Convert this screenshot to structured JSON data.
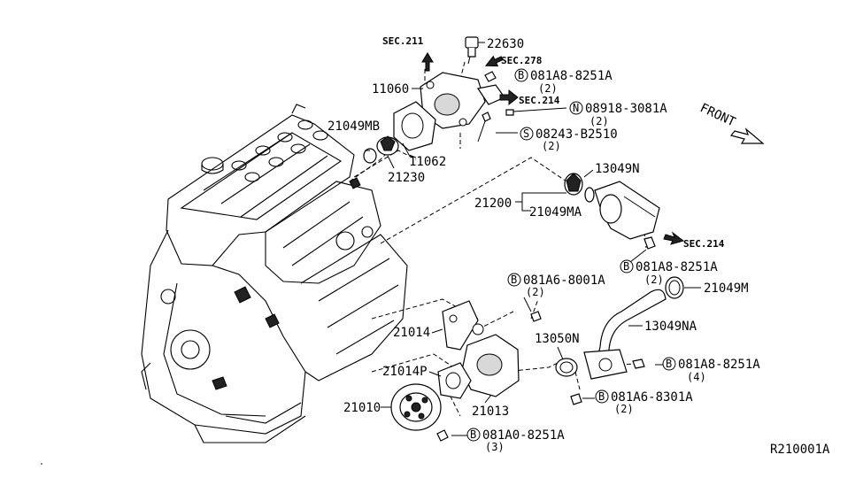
{
  "diagram": {
    "reference_code": "R210001A",
    "front_label": "FRONT",
    "parts": [
      {
        "id": "p22630",
        "number": "22630"
      },
      {
        "id": "p11060",
        "number": "11060"
      },
      {
        "id": "p11062",
        "number": "11062"
      },
      {
        "id": "p21049MB",
        "number": "21049MB"
      },
      {
        "id": "p21230",
        "number": "21230"
      },
      {
        "id": "p13049N",
        "number": "13049N"
      },
      {
        "id": "p21200",
        "number": "21200"
      },
      {
        "id": "p21049MA",
        "number": "21049MA"
      },
      {
        "id": "p21049M",
        "number": "21049M"
      },
      {
        "id": "p13049NA",
        "number": "13049NA"
      },
      {
        "id": "p21014",
        "number": "21014"
      },
      {
        "id": "p13050N",
        "number": "13050N"
      },
      {
        "id": "p21014P",
        "number": "21014P"
      },
      {
        "id": "p21010",
        "number": "21010"
      },
      {
        "id": "p21013",
        "number": "21013"
      }
    ],
    "section_refs": [
      {
        "id": "sec211",
        "text": "SEC.211"
      },
      {
        "id": "sec278",
        "text": "SEC.278"
      },
      {
        "id": "sec214a",
        "text": "SEC.214"
      },
      {
        "id": "sec214b",
        "text": "SEC.214"
      }
    ],
    "fasteners": [
      {
        "id": "f1",
        "prefix": "B",
        "number": "081A8-8251A",
        "qty": "(2)"
      },
      {
        "id": "f2",
        "prefix": "N",
        "number": "08918-3081A",
        "qty": "(2)"
      },
      {
        "id": "f3",
        "prefix": "S",
        "number": "08243-B2510",
        "qty": "(2)"
      },
      {
        "id": "f4",
        "prefix": "B",
        "number": "081A8-8251A",
        "qty": "(2)"
      },
      {
        "id": "f5",
        "prefix": "B",
        "number": "081A6-8001A",
        "qty": "(2)"
      },
      {
        "id": "f6",
        "prefix": "B",
        "number": "081A8-8251A",
        "qty": "(4)"
      },
      {
        "id": "f7",
        "prefix": "B",
        "number": "081A6-8301A",
        "qty": "(2)"
      },
      {
        "id": "f8",
        "prefix": "B",
        "number": "081A0-8251A",
        "qty": "(3)"
      }
    ]
  }
}
